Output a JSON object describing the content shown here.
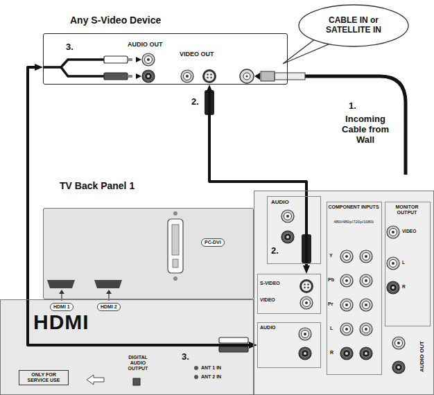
{
  "diagram": {
    "nodes": [
      {
        "text": [
          "Any S-Video Device",
          "AUDIO OUT",
          "VIDEO OUT"
        ]
      },
      {
        "text": [
          "CABLE IN or SATELLITE IN"
        ]
      },
      {
        "text": [
          "TV Back Panel 1"
        ]
      },
      {
        "text": [
          "PC-DVI"
        ],
        "in": 2
      },
      {
        "text": [
          "HDMI 1",
          "HDMI 2",
          "HDMI",
          "DIGITAL AUDIO OUTPUT",
          "ANT 1 IN",
          "ANT 2 IN"
        ],
        "in": 2
      },
      {
        "text": [
          "ONLY FOR SERVICE USE"
        ],
        "in": 4
      },
      {
        "text": [
          "AUDIO OUT"
        ],
        "in": 2
      },
      {
        "text": [
          "AUDIO"
        ],
        "in": 6
      },
      {
        "text": [
          "S-VIDEO",
          "VIDEO"
        ],
        "in": 6
      },
      {
        "text": [
          "AUDIO"
        ],
        "in": 6
      },
      {
        "text": [
          "COMPONENT INPUTS",
          "480i/480p/720p/1080i"
        ],
        "in": 6
      },
      {
        "text": [
          "MONITOR OUTPUT"
        ],
        "in": 6
      }
    ],
    "edges": [
      {
        "from": 0,
        "to": 8,
        "arrow": "both"
      },
      {
        "from": 0,
        "to": 9,
        "arrow": "both"
      }
    ],
    "labels": [
      "1.",
      "Incoming Cable from Wall",
      "2.",
      "2.",
      "3.",
      "3.",
      "Y",
      "Pb",
      "Pr",
      "L",
      "R",
      "VIDEO",
      "L",
      "R"
    ]
  }
}
